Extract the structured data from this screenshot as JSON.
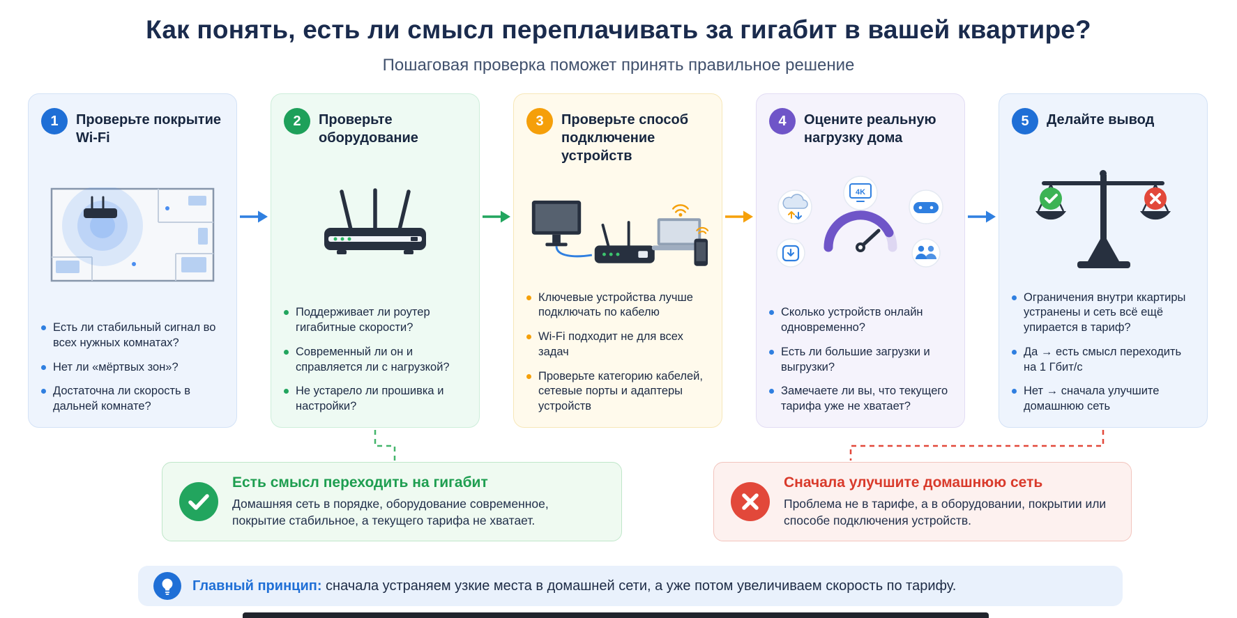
{
  "page": {
    "title": "Как понять, есть ли смысл переплачивать за гигабит в вашей квартире?",
    "subtitle": "Пошаговая проверка поможет принять правильное решение"
  },
  "steps": [
    {
      "number": "1",
      "title": "Проверьте покрытие Wi-Fi",
      "accent": "#1f6fd6",
      "illustration": "wifi-coverage-floor-plan",
      "bullets": [
        "Есть ли стабильный сигнал во всех нужных комнатах?",
        "Нет ли «мёртвых зон»?",
        "Достаточна ли скорость в дальней комнате?"
      ]
    },
    {
      "number": "2",
      "title": "Проверьте оборудование",
      "accent": "#1ea05a",
      "illustration": "router",
      "bullets": [
        "Поддерживает ли роутер гигабитные скорости?",
        "Современный ли он и справляется ли с нагрузкой?",
        "Не устарело ли прошивка и настройки?"
      ]
    },
    {
      "number": "3",
      "title": "Проверьте способ подключение устройств",
      "accent": "#f59f0a",
      "illustration": "wired-and-wireless-devices",
      "bullets": [
        "Ключевые устройства лучше подключать по кабелю",
        "Wi-Fi подходит не для всех задач",
        "Проверьте категорию кабелей, сетевые порты и адаптеры устройств"
      ]
    },
    {
      "number": "4",
      "title": "Оцените реальную нагрузку дома",
      "accent": "#6f55c8",
      "illustration": "home-load-gauge",
      "labels": {
        "monitor": "4K"
      },
      "bullets": [
        "Сколько устройств онлайн одновременно?",
        "Есть ли большие загрузки и выгрузки?",
        "Замечаете ли вы, что текущего тарифа уже не хватает?"
      ]
    },
    {
      "number": "5",
      "title": "Делайте вывод",
      "accent": "#1f6fd6",
      "illustration": "decision-scales",
      "bullets": [
        "Ограничения внутри ккартиры устранены и сеть всё ещё упирается в тариф?",
        "Да → есть смысл переходить на 1 Гбит/с",
        "Нет → сначала улучшите домашнюю сеть"
      ]
    }
  ],
  "flow_arrows": [
    {
      "color": "#2f7fe0"
    },
    {
      "color": "#22a55e"
    },
    {
      "color": "#f5a00a"
    },
    {
      "color": "#2f7fe0"
    }
  ],
  "outcomes": {
    "positive": {
      "icon": "check-circle",
      "color": "#22a55e",
      "title": "Есть смысл переходить на гигабит",
      "text": "Домашняя сеть в порядке, оборудование современное, покрытие стабильное, а текущего тарифа не хватает."
    },
    "negative": {
      "icon": "cross-circle",
      "color": "#e2483a",
      "title": "Сначала улучшите домашнюю сеть",
      "text": "Проблема не в тарифе, а в оборудовании, покрытии или способе подключения устройств."
    }
  },
  "principle": {
    "icon": "lightbulb",
    "label": "Главный принцип:",
    "text": "сначала устраняем узкие места в домашней сети, а уже потом увеличиваем скорость по тарифу."
  }
}
